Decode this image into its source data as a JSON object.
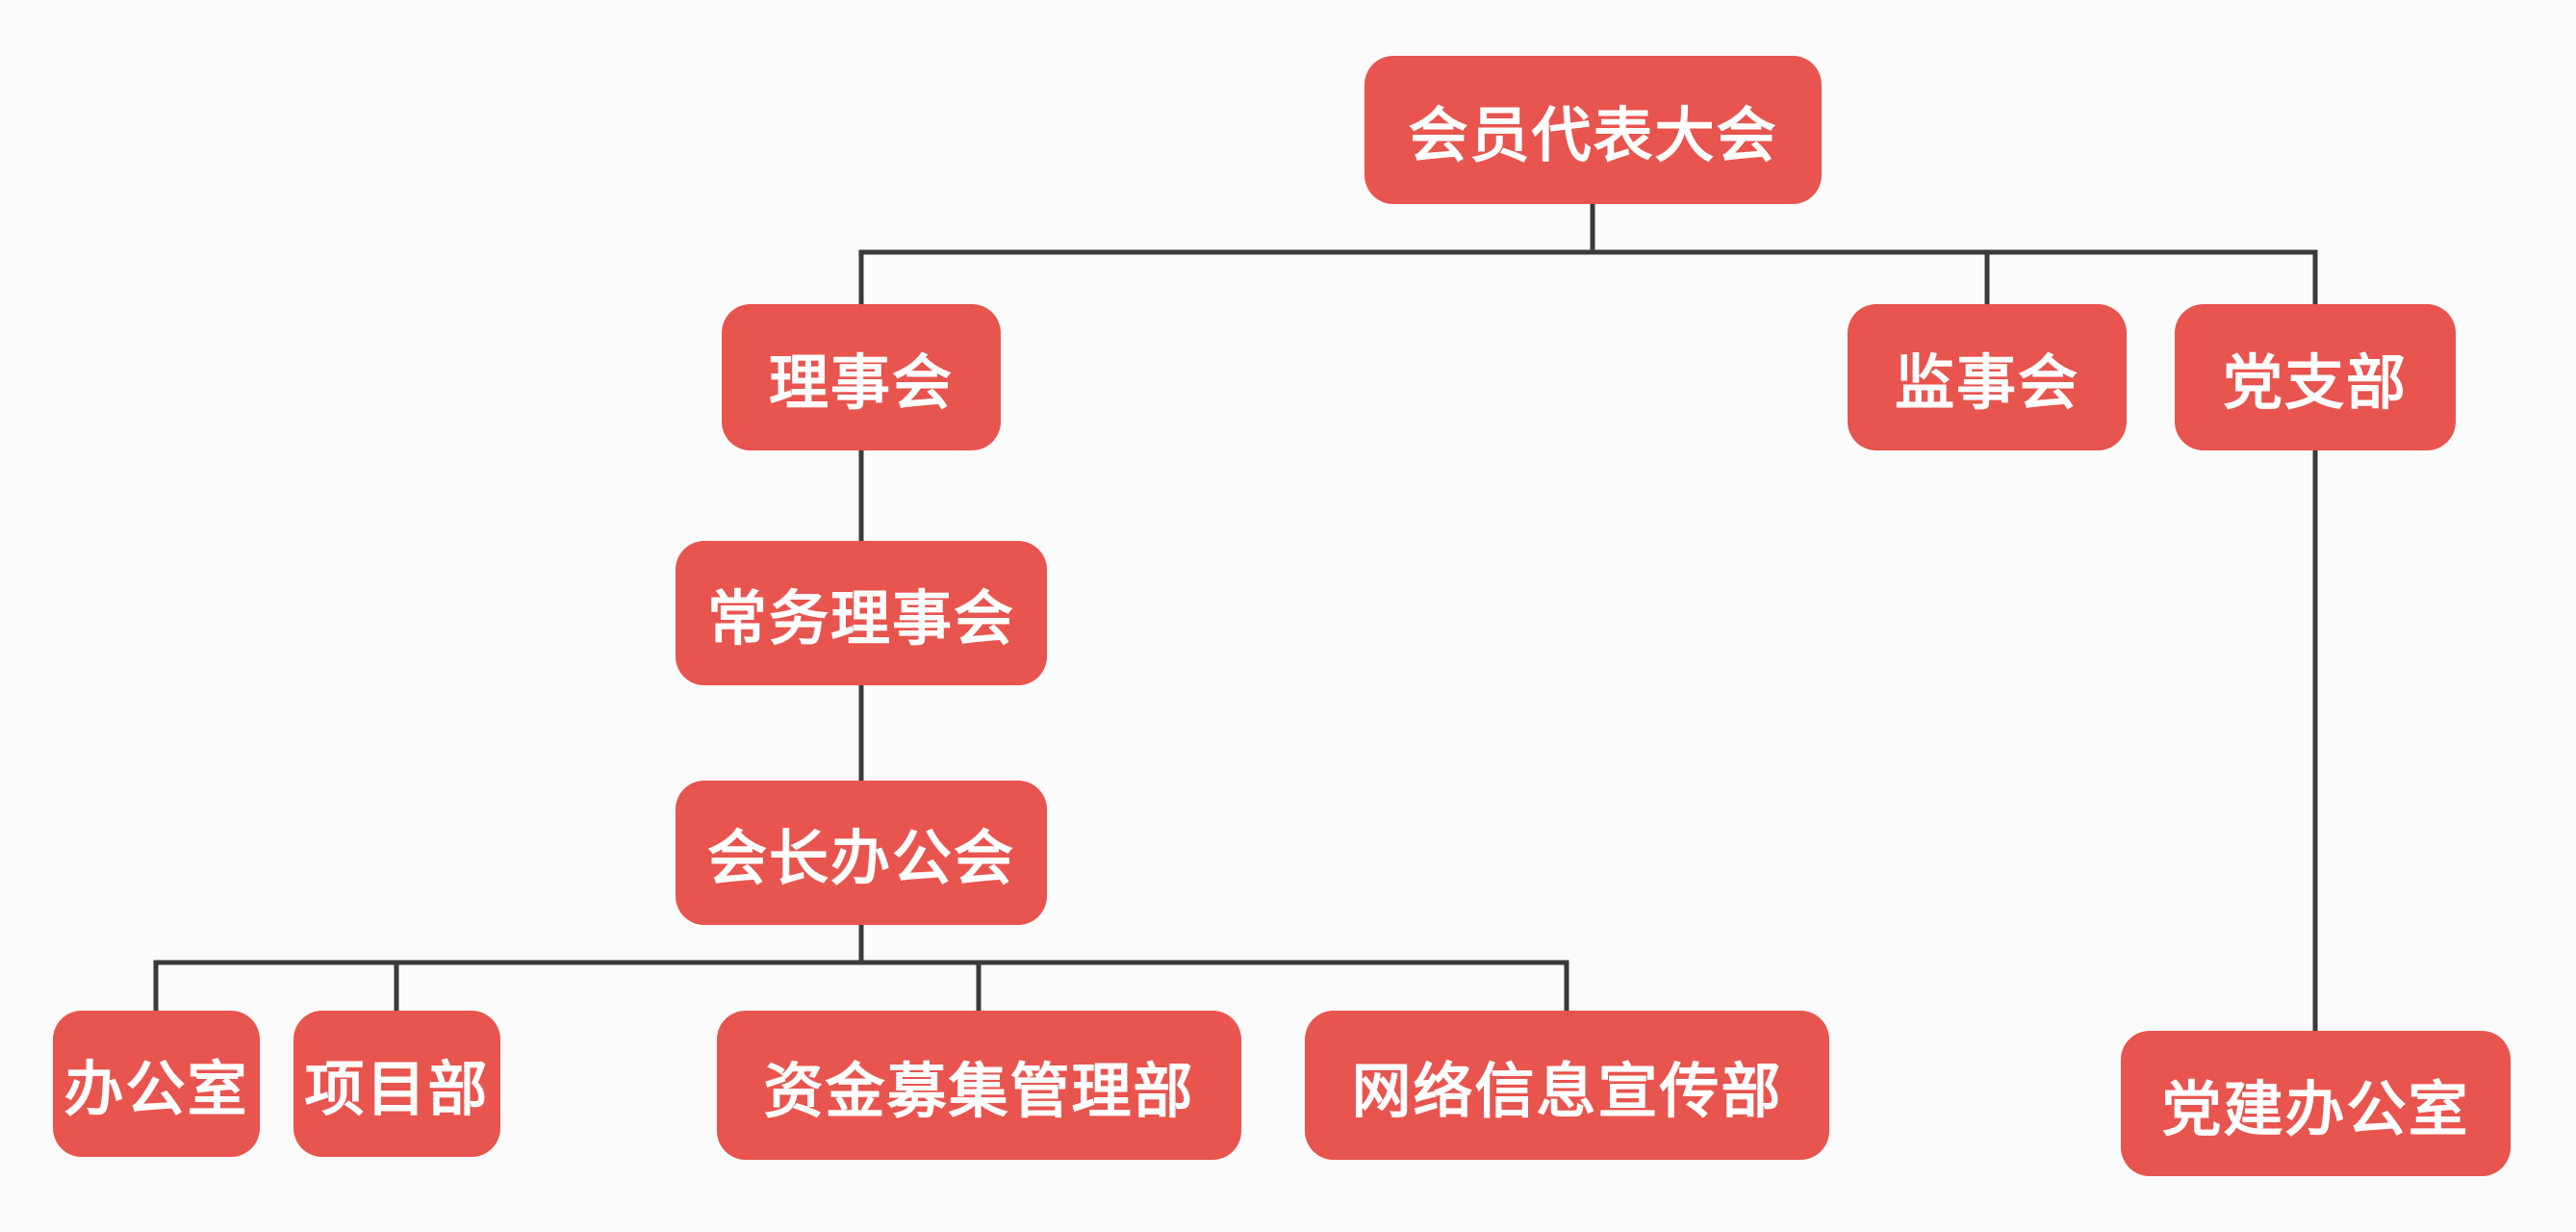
{
  "org_chart": {
    "type": "org-tree",
    "background_color": "#fbfbfb",
    "node_fill_color": "#e8544e",
    "node_text_color": "#ffffff",
    "connector_color": "#3a3a3a",
    "nodes": [
      {
        "id": "member-congress",
        "label": "会员代表大会",
        "level": 1
      },
      {
        "id": "council",
        "label": "理事会",
        "level": 2
      },
      {
        "id": "supervisory-board",
        "label": "监事会",
        "level": 2
      },
      {
        "id": "party-branch",
        "label": "党支部",
        "level": 2
      },
      {
        "id": "standing-council",
        "label": "常务理事会",
        "level": 3
      },
      {
        "id": "president-office-meeting",
        "label": "会长办公会",
        "level": 4
      },
      {
        "id": "general-office",
        "label": "办公室",
        "level": 5
      },
      {
        "id": "project-dept",
        "label": "项目部",
        "level": 5
      },
      {
        "id": "fundraising-dept",
        "label": "资金募集管理部",
        "level": 5
      },
      {
        "id": "network-info-dept",
        "label": "网络信息宣传部",
        "level": 5
      },
      {
        "id": "party-building-office",
        "label": "党建办公室",
        "level": 5
      }
    ],
    "edges": [
      {
        "from": "member-congress",
        "to": "council"
      },
      {
        "from": "member-congress",
        "to": "supervisory-board"
      },
      {
        "from": "member-congress",
        "to": "party-branch"
      },
      {
        "from": "council",
        "to": "standing-council"
      },
      {
        "from": "standing-council",
        "to": "president-office-meeting"
      },
      {
        "from": "president-office-meeting",
        "to": "general-office"
      },
      {
        "from": "president-office-meeting",
        "to": "project-dept"
      },
      {
        "from": "president-office-meeting",
        "to": "fundraising-dept"
      },
      {
        "from": "president-office-meeting",
        "to": "network-info-dept"
      },
      {
        "from": "party-branch",
        "to": "party-building-office"
      }
    ]
  }
}
